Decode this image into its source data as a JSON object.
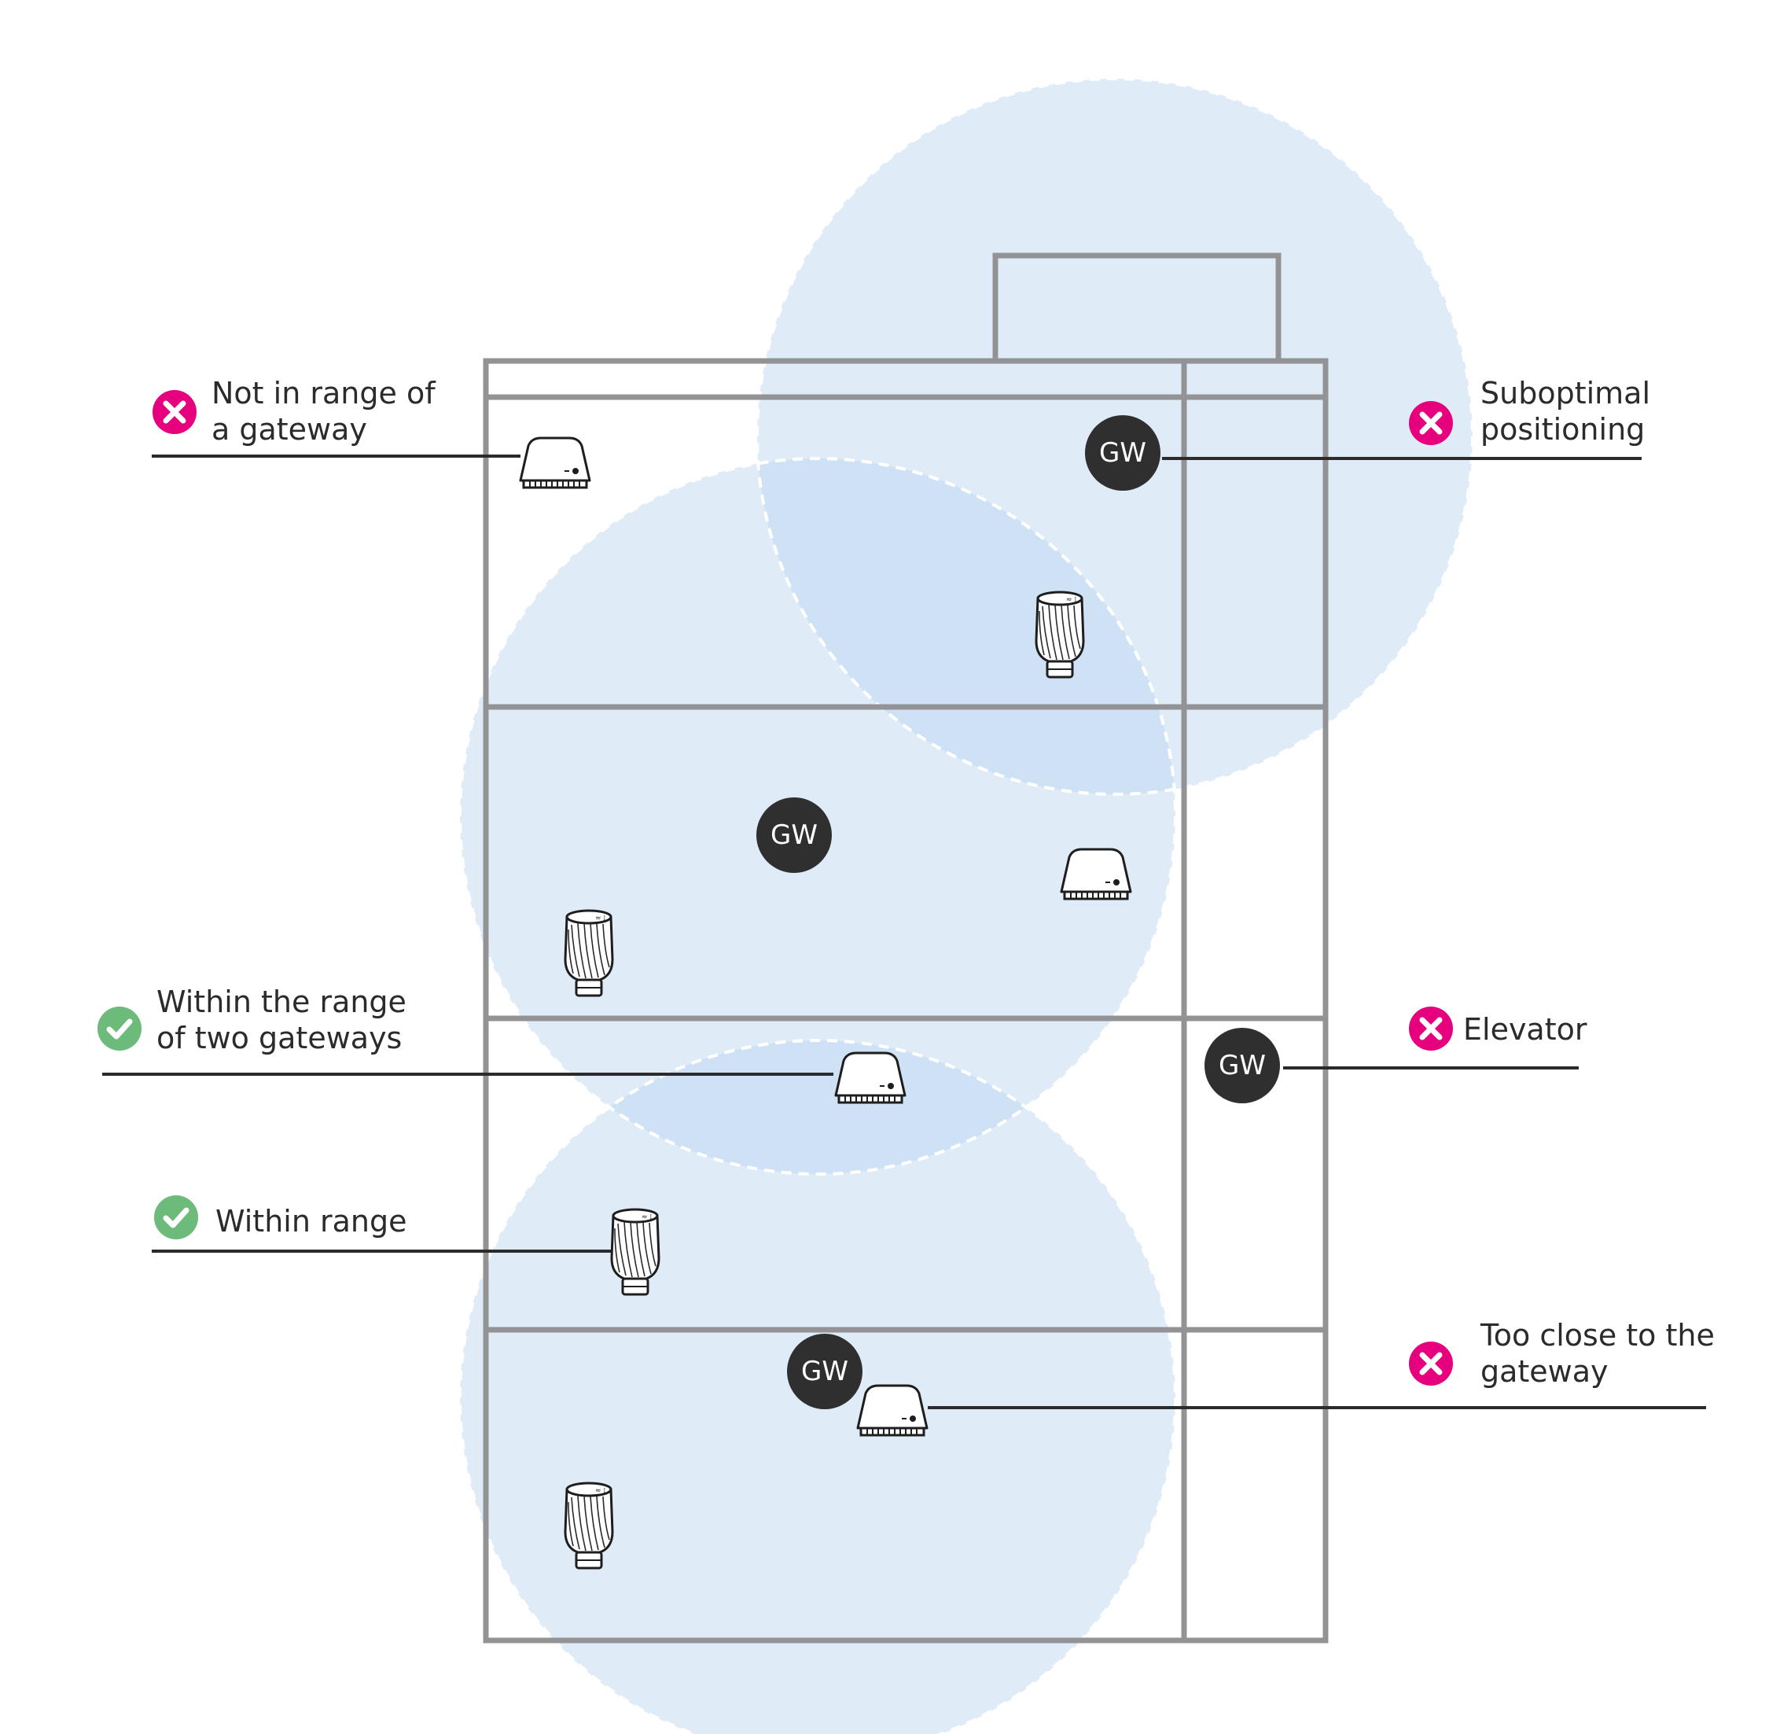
{
  "gateway_label": "GW",
  "gateway_count": 4,
  "callouts": {
    "not_in_range": {
      "status": "bad",
      "line1": "Not in range of",
      "line2": "a gateway"
    },
    "suboptimal": {
      "status": "bad",
      "line1": "Suboptimal",
      "line2": "positioning"
    },
    "two_gateways": {
      "status": "good",
      "line1": "Within the range",
      "line2": "of two gateways"
    },
    "elevator": {
      "status": "bad",
      "line1": "Elevator"
    },
    "within_range": {
      "status": "good",
      "line1": "Within range"
    },
    "too_close": {
      "status": "bad",
      "line1": "Too close to the",
      "line2": "gateway"
    }
  },
  "colors": {
    "bad": "#e6007e",
    "good": "#6dbb7a",
    "range_fill": "#dfecf8",
    "range_overlap": "#cfe2f5",
    "building_stroke": "#939395",
    "gateway_fill": "#2f2f2f",
    "leader_line": "#2b2b2b"
  },
  "icons": {
    "bad": "x-mark-icon",
    "good": "checkmark-icon",
    "sensor": "room-sensor-icon",
    "valve": "radiator-valve-icon"
  }
}
